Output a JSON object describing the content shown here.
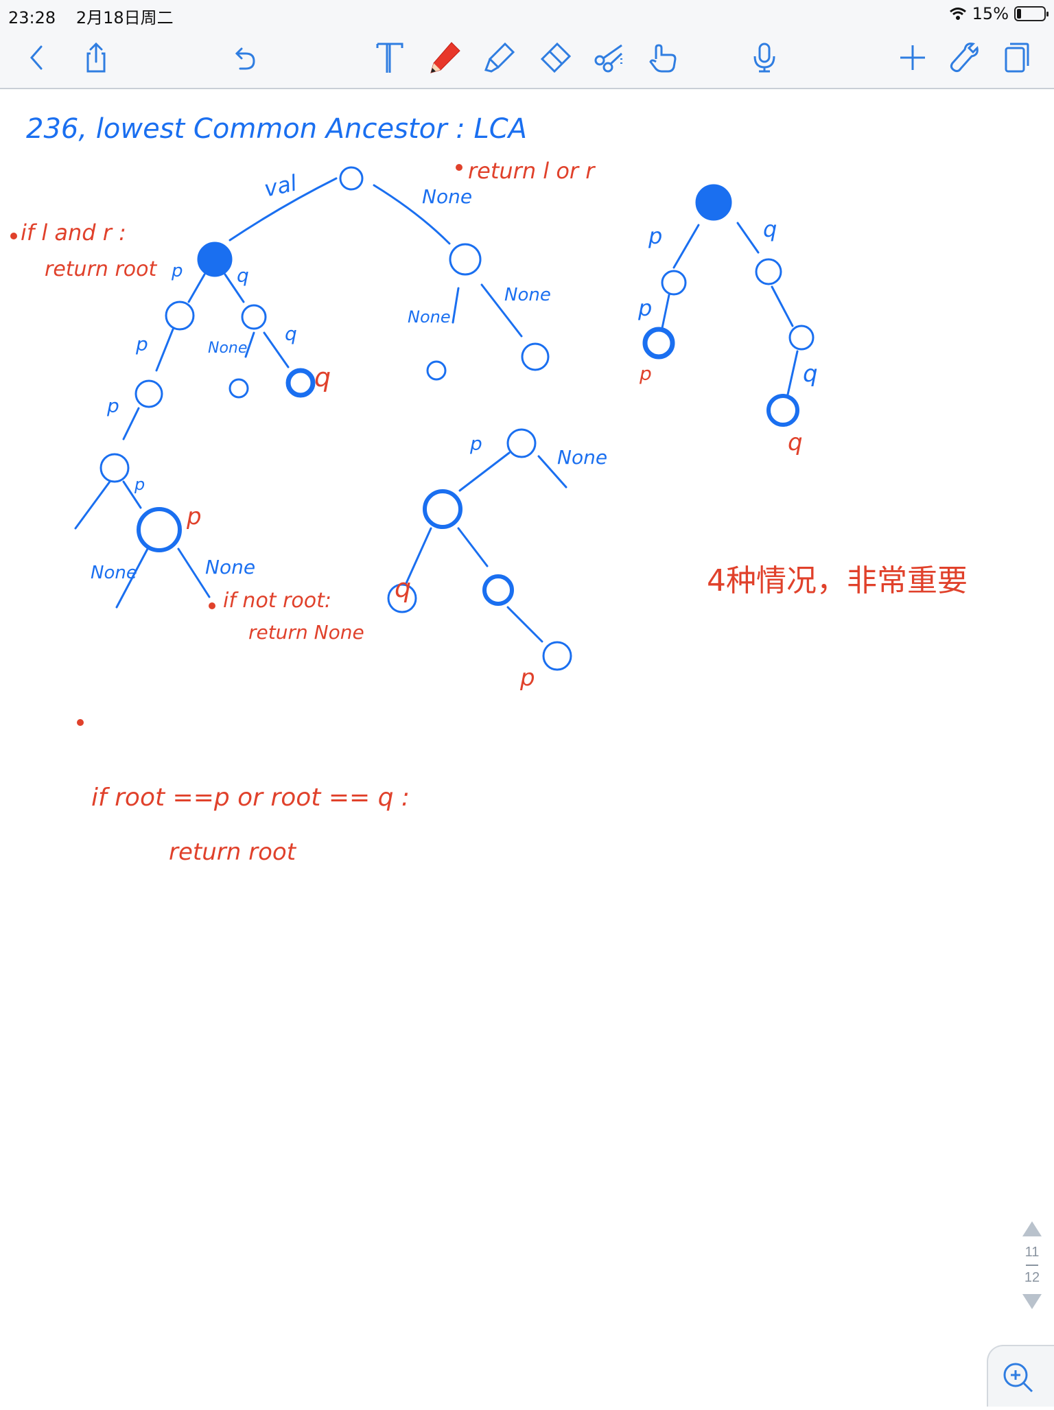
{
  "status_bar": {
    "time": "23:28",
    "date": "2月18日周二",
    "battery_text": "15%",
    "battery_level": 0.15
  },
  "toolbar": {
    "icons": [
      "back-icon",
      "share-icon",
      "undo-icon",
      "text-tool-icon",
      "pen-icon",
      "highlighter-icon",
      "eraser-icon",
      "lasso-scissors-icon",
      "hand-icon",
      "microphone-icon",
      "add-icon",
      "wrench-icon",
      "pages-icon"
    ],
    "accent_color": "#2f7de1",
    "pen_color": "#e8372a"
  },
  "notes": {
    "title": "236, lowest Common Ancestor : LCA",
    "return_l_or_r": "return l or r",
    "if_l_and_r": "if l and r :",
    "return_root": "return root",
    "val": "val",
    "none": "None",
    "p": "p",
    "q": "q",
    "if_not_root": "if not root:",
    "return_none": "return None",
    "if_root_eq": "if root ==p or root == q :",
    "return_root_2": "return root",
    "four_cases": "4种情况，非常重要"
  },
  "colors": {
    "blue_ink": "#1a6ff0",
    "red_ink": "#e0412b"
  },
  "pager": {
    "current": "11",
    "total": "12"
  }
}
